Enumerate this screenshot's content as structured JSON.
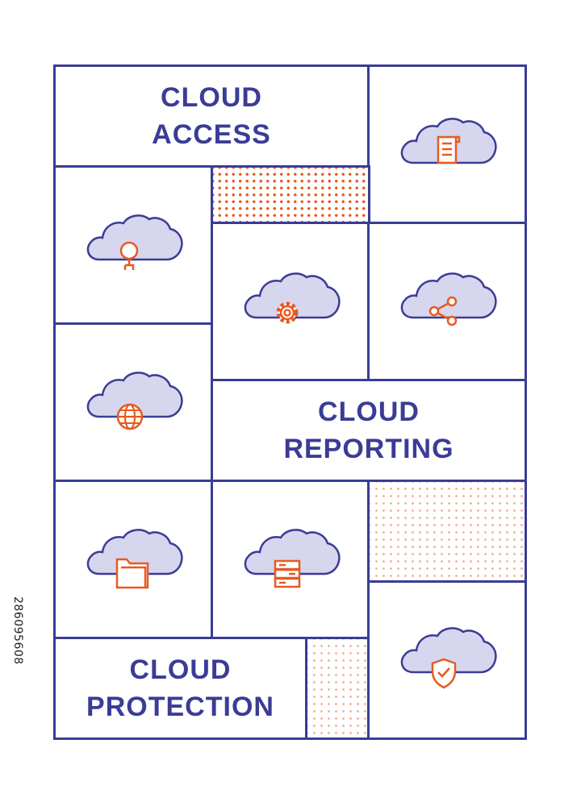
{
  "titles": {
    "access": {
      "line1": "CLOUD",
      "line2": "ACCESS"
    },
    "reporting": {
      "line1": "CLOUD",
      "line2": "REPORTING"
    },
    "protection": {
      "line1": "CLOUD",
      "line2": "PROTECTION"
    }
  },
  "icons": [
    "cloud-document-icon",
    "cloud-search-icon",
    "cloud-settings-icon",
    "cloud-share-icon",
    "cloud-globe-icon",
    "cloud-folder-icon",
    "cloud-server-icon",
    "cloud-shield-icon"
  ],
  "stock_id": "286095608",
  "colors": {
    "frame": "#3a3c96",
    "accent": "#e85a1e",
    "cloud_fill": "#d6d6ee",
    "dots_light": "#f2b79c"
  }
}
